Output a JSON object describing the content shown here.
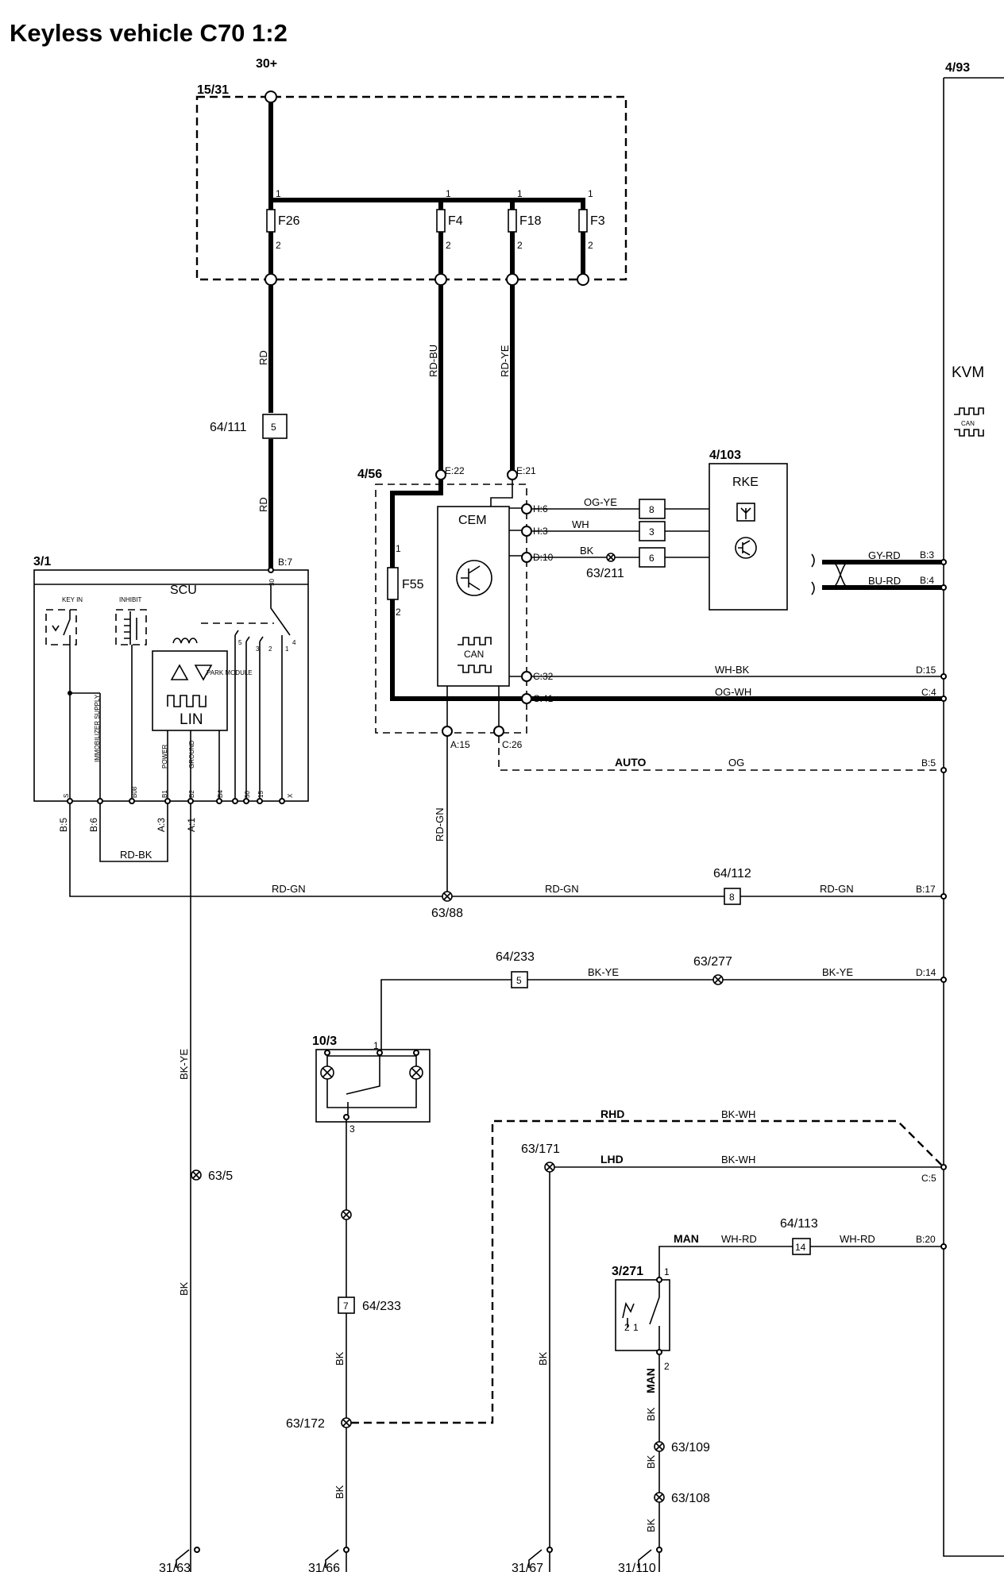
{
  "title": "Keyless vehicle C70 1:2",
  "top": {
    "supply": "30+",
    "fuse_box": "15/31"
  },
  "fuses": {
    "f26": "F26",
    "f4": "F4",
    "f18": "F18",
    "f3": "F3",
    "pin1": "1",
    "pin2": "2"
  },
  "wires": {
    "rd": "RD",
    "rd_bu": "RD-BU",
    "rd_ye": "RD-YE",
    "og_ye": "OG-YE",
    "wh": "WH",
    "bk": "BK",
    "gy_rd": "GY-RD",
    "bu_rd": "BU-RD",
    "wh_bk": "WH-BK",
    "og_wh": "OG-WH",
    "og": "OG",
    "rd_gn": "RD-GN",
    "rd_bk": "RD-BK",
    "bk_ye": "BK-YE",
    "bk_wh": "BK-WH",
    "wh_rd": "WH-RD"
  },
  "connectors": {
    "c64_111": "64/111",
    "c64_111_pin": "5",
    "c64_112": "64/112",
    "c64_112_pin": "8",
    "c64_233": "64/233",
    "c64_233_pin": "5",
    "c64_233_pin_b": "7",
    "c64_113": "64/113",
    "c64_113_pin": "14"
  },
  "splices": {
    "s63_211": "63/211",
    "s63_88": "63/88",
    "s63_277": "63/277",
    "s63_171": "63/171",
    "s63_5": "63/5",
    "s63_172": "63/172",
    "s63_109": "63/109",
    "s63_108": "63/108"
  },
  "grounds": {
    "g31_63": "31/63",
    "g31_66": "31/66",
    "g31_67": "31/67",
    "g31_110": "31/110"
  },
  "cem": {
    "id": "4/56",
    "name": "CEM",
    "fuse": "F55",
    "fuse_pin1": "1",
    "fuse_pin2": "2",
    "can": "CAN",
    "pin_e22": "E:22",
    "pin_e21": "E:21",
    "pin_h6": "H:6",
    "pin_h3": "H:3",
    "pin_d10": "D:10",
    "pin_c32": "C:32",
    "pin_c41": "C:41",
    "pin_a15": "A:15",
    "pin_c26": "C:26"
  },
  "rke": {
    "id": "4/103",
    "name": "RKE",
    "pin8": "8",
    "pin3": "3",
    "pin6": "6"
  },
  "kvm": {
    "id": "4/93",
    "name": "KVM",
    "can": "CAN",
    "pin_b3": "B:3",
    "pin_b4": "B:4",
    "pin_d15": "D:15",
    "pin_c4": "C:4",
    "pin_b5": "B:5",
    "pin_b17": "B:17",
    "pin_d14": "D:14",
    "pin_c5": "C:5",
    "pin_b20": "B:20"
  },
  "scu": {
    "id": "3/1",
    "name": "SCU",
    "pin_b7": "B:7",
    "pin_30": "30",
    "lin": "LIN",
    "keyin": "KEY IN",
    "inhibit": "INHIBIT",
    "park_module": "PARK MODULE",
    "immobilizer": "IMMOBILIZER SUPPLY",
    "power": "POWER",
    "ground": "GROUND",
    "sw_p1": "1",
    "sw_p2": "2",
    "sw_p3": "3",
    "sw_p4": "4",
    "sw_p5": "5",
    "bottom_labels": [
      "S",
      "B08",
      "B1",
      "B2",
      "B4",
      "50",
      "15",
      "X"
    ],
    "pin_b5": "B:5",
    "pin_b6": "B:6",
    "pin_a3": "A:3",
    "pin_a1": "A:1"
  },
  "auto": "AUTO",
  "switch_10_3": {
    "id": "10/3",
    "pin1": "1",
    "pin3": "3"
  },
  "rhd": "RHD",
  "lhd": "LHD",
  "man": "MAN",
  "switch_3_271": {
    "id": "3/271",
    "pin1": "1",
    "pin2": "2",
    "man": "MAN"
  }
}
